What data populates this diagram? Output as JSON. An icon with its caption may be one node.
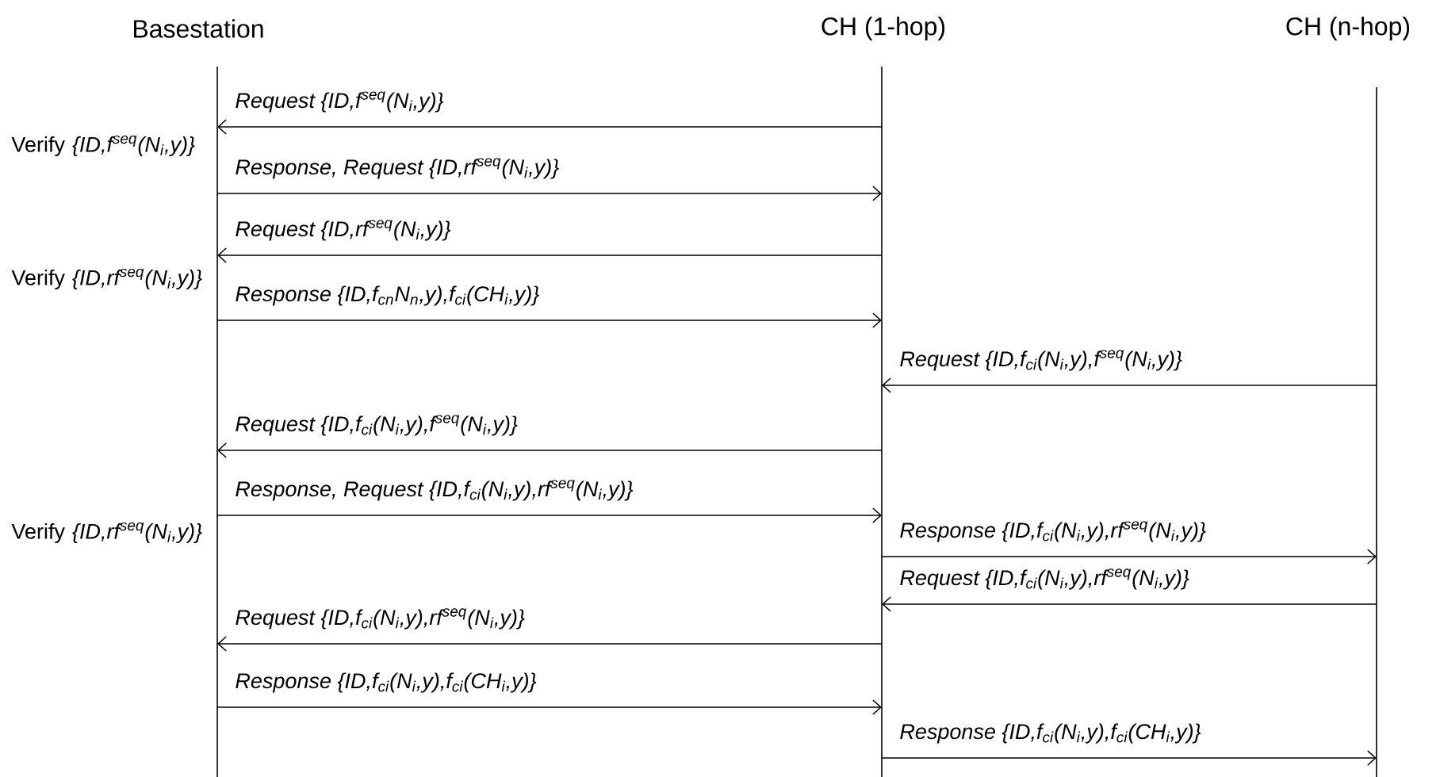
{
  "diagram": {
    "nodes": [
      {
        "text": [
          "Basestation"
        ]
      },
      {
        "text": [
          "CH (1-hop)"
        ]
      },
      {
        "text": [
          "CH (n-hop)"
        ]
      }
    ],
    "edges": [
      {
        "from": 1,
        "to": 0,
        "arrow": "to",
        "label": "Request {ID,f$^{seq}$(N$_{i}$,y)}"
      },
      {
        "from": 0,
        "to": 1,
        "arrow": "to",
        "label": "Response, Request {ID,rf$^{seq}$(N$_{i}$,y)}"
      },
      {
        "from": 1,
        "to": 0,
        "arrow": "to",
        "label": "Request {ID,rf$^{seq}$(N$_{i}$,y)}"
      },
      {
        "from": 0,
        "to": 1,
        "arrow": "to",
        "label": "Response {ID,f$_{cn}$N$_{n}$,y),f$_{ci}$(CH$_{i}$,y)}"
      },
      {
        "from": 2,
        "to": 1,
        "arrow": "to",
        "label": "Request {ID,f$_{ci}$(N$_{i}$,y),f$^{seq}$(N$_{i}$,y)}"
      },
      {
        "from": 1,
        "to": 0,
        "arrow": "to",
        "label": "Request {ID,f$_{ci}$(N$_{i}$,y),f$^{seq}$(N$_{i}$,y)}"
      },
      {
        "from": 0,
        "to": 1,
        "arrow": "to",
        "label": "Response, Request {ID,f$_{ci}$(N$_{i}$,y),rf$^{seq}$(N$_{i}$,y)}"
      },
      {
        "from": 1,
        "to": 2,
        "arrow": "to",
        "label": "Response {ID,f$_{ci}$(N$_{i}$,y),rf$^{seq}$(N$_{i}$,y)}"
      },
      {
        "from": 2,
        "to": 1,
        "arrow": "to",
        "label": "Request {ID,f$_{ci}$(N$_{i}$,y),rf$^{seq}$(N$_{i}$,y)}"
      },
      {
        "from": 1,
        "to": 0,
        "arrow": "to",
        "label": "Request {ID,f$_{ci}$(N$_{i}$,y),rf$^{seq}$(N$_{i}$,y)}"
      },
      {
        "from": 0,
        "to": 1,
        "arrow": "to",
        "label": "Response {ID,f$_{ci}$(N$_{i}$,y),f$_{ci}$(CH$_{i}$,y)}"
      },
      {
        "from": 1,
        "to": 2,
        "arrow": "to",
        "label": "Response {ID,f$_{ci}$(N$_{i}$,y),f$_{ci}$(CH$_{i}$,y)}"
      }
    ],
    "labels": [
      "Verify *{ID,f$^{seq}$(N$_{i}$,y)}*",
      "Verify *{ID,rf$^{seq}$(N$_{i}$,y)}*",
      "Verify *{ID,rf$^{seq}$(N$_{i}$,y)}*"
    ]
  }
}
